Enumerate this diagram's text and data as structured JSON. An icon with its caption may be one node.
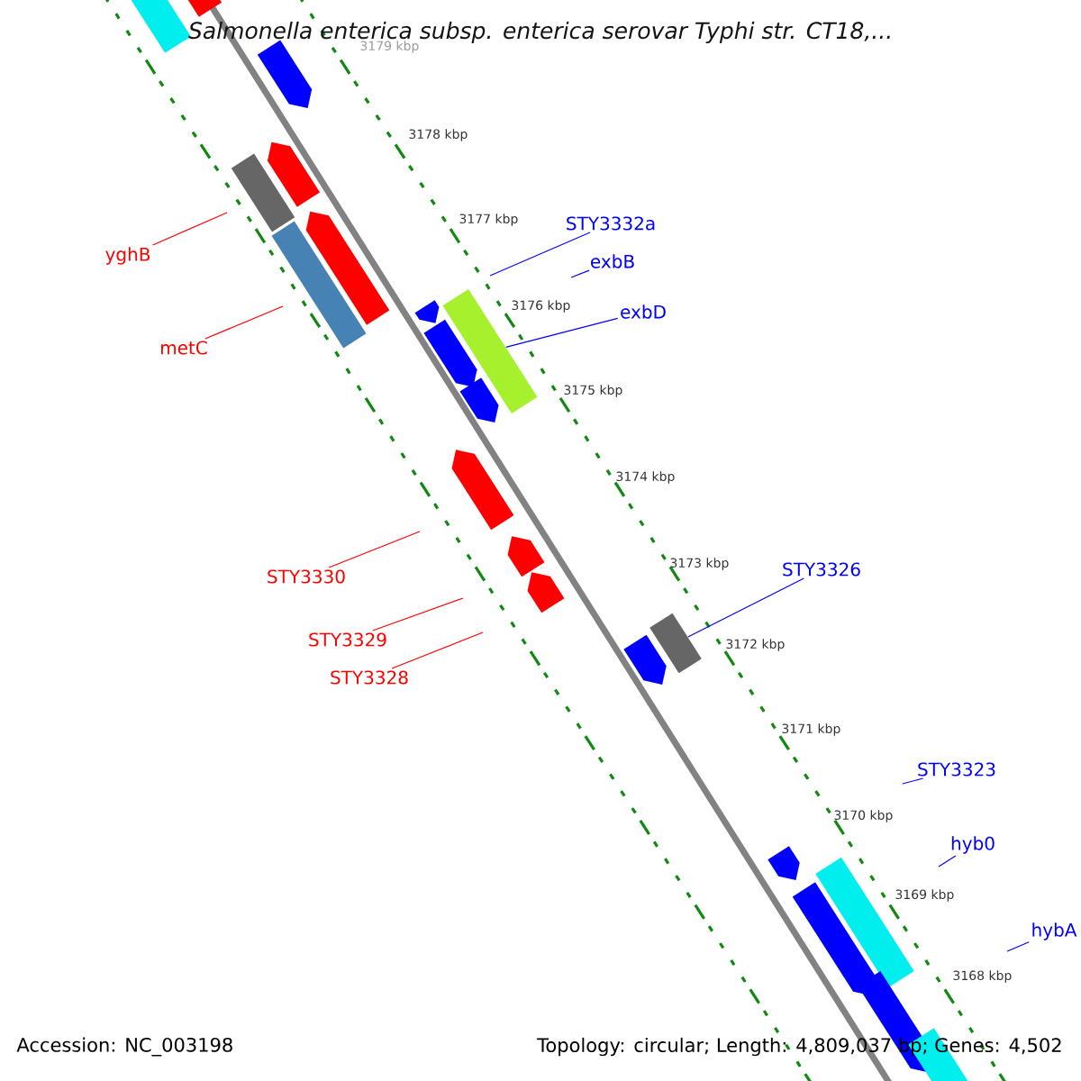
{
  "diagram": {
    "title": "Salmonella enterica subsp. enterica serovar Typhi str. CT18,...",
    "nodes": [
      {
        "text": [
          "yghB"
        ]
      },
      {
        "text": [
          "metC"
        ]
      },
      {
        "text": [
          "STY3332a"
        ]
      },
      {
        "text": [
          "exbB"
        ]
      },
      {
        "text": [
          "exbD"
        ]
      },
      {
        "text": [
          "STY3330"
        ]
      },
      {
        "text": [
          "STY3329"
        ]
      },
      {
        "text": [
          "STY3328"
        ]
      },
      {
        "text": [
          "STY3326"
        ]
      },
      {
        "text": [
          "STY3323"
        ]
      },
      {
        "text": [
          "hyb0"
        ]
      },
      {
        "text": [
          "hybA"
        ]
      },
      {
        "text": [],
        "shape": "bar"
      },
      {
        "text": [],
        "shape": "bar"
      },
      {
        "text": [],
        "shape": "bar"
      },
      {
        "text": [],
        "shape": "bar"
      },
      {
        "text": [],
        "shape": "bar"
      },
      {
        "text": [],
        "shape": "bar"
      },
      {
        "text": [],
        "shape": "bar"
      },
      {
        "text": [],
        "shape": "bar"
      },
      {
        "text": [],
        "shape": "bar"
      },
      {
        "text": [],
        "shape": "bar"
      },
      {
        "text": [],
        "shape": "bar"
      },
      {
        "text": [],
        "shape": "bar"
      },
      {
        "text": [],
        "shape": "bar"
      },
      {
        "text": [],
        "shape": "bar"
      },
      {
        "text": [],
        "shape": "bar"
      },
      {
        "text": [],
        "shape": "bar"
      },
      {
        "text": [],
        "shape": "bar"
      },
      {
        "text": [],
        "shape": "bar"
      },
      {
        "text": [],
        "shape": "bar"
      },
      {
        "text": [],
        "shape": "bar"
      },
      {
        "text": [],
        "shape": "bar"
      }
    ],
    "edges": [
      {
        "from": 0,
        "to": null,
        "arrow": "none",
        "color": "#ff0000"
      },
      {
        "from": 1,
        "to": null,
        "arrow": "none",
        "color": "#ff0000"
      },
      {
        "from": 2,
        "to": null,
        "arrow": "none"
      },
      {
        "from": 3,
        "to": null,
        "arrow": "none"
      },
      {
        "from": 4,
        "to": 21,
        "arrow": "none"
      },
      {
        "from": 5,
        "to": null,
        "arrow": "none",
        "color": "#ff0000"
      },
      {
        "from": 6,
        "to": null,
        "arrow": "none",
        "color": "#ff0000"
      },
      {
        "from": 7,
        "to": null,
        "arrow": "none",
        "color": "#ff0000"
      },
      {
        "from": 8,
        "to": 27,
        "arrow": "none"
      },
      {
        "from": 9,
        "to": null,
        "arrow": "none"
      },
      {
        "from": 10,
        "to": null,
        "arrow": "none"
      },
      {
        "from": 11,
        "to": null,
        "arrow": "none"
      }
    ],
    "labels": [
      "3179 kbp",
      "3178 kbp",
      "3177 kbp",
      "3176 kbp",
      "3175 kbp",
      "3174 kbp",
      "3173 kbp",
      "3172 kbp",
      "3171 kbp",
      "3170 kbp",
      "3169 kbp",
      "3168 kbp",
      "Accession: NC_003198",
      "Topology: circular; Length: 4,809,037 bp; Genes: 4,502"
    ]
  }
}
